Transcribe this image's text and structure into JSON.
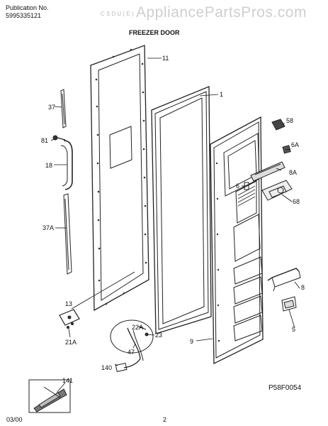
{
  "header": {
    "pub_label": "Publication No.",
    "pub_number": "5995335121",
    "model_code": "C S D U ( E )",
    "section_title": "FREEZER DOOR",
    "watermark": "AppliancePartsPros.com"
  },
  "callouts": {
    "c11": "11",
    "c1": "1",
    "c37": "37",
    "c81": "81",
    "c18": "18",
    "c37a": "37A",
    "c58": "58",
    "c6a": "6A",
    "c8a": "8A",
    "c6": "6",
    "c68": "68",
    "c8": "8",
    "c5": "5",
    "c9": "9",
    "c13": "13",
    "c21a": "21A",
    "c22a": "22A",
    "c23": "23",
    "c47": "47",
    "c140": "140",
    "c141": "141"
  },
  "footer": {
    "picture_code": "P58F0054",
    "date": "03/00",
    "page": "2"
  }
}
